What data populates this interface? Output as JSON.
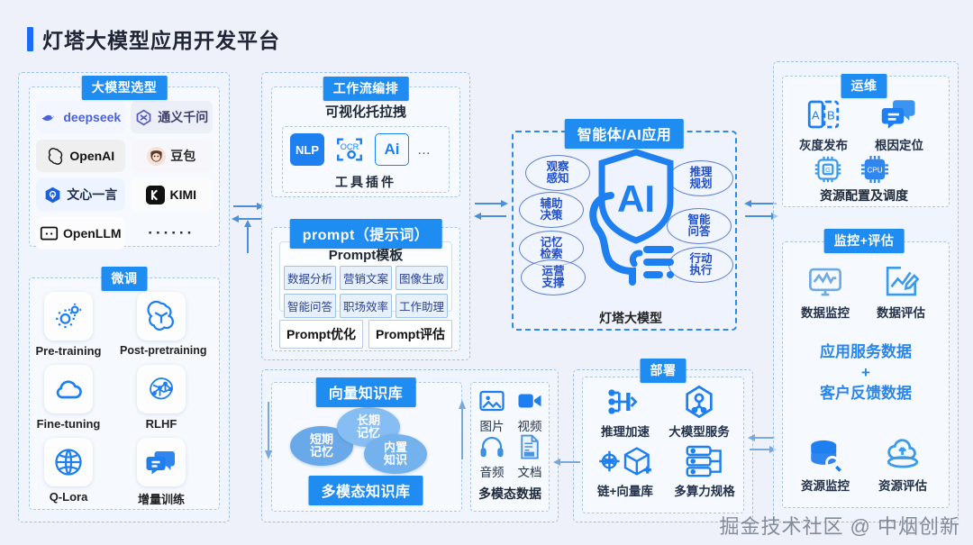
{
  "header": {
    "title": "灯塔大模型应用开发平台",
    "accent_color": "#1a6ef5"
  },
  "theme": {
    "badge_bg": "#1e8cf0",
    "page_bg": "#eef1fa",
    "blue_text": "#2a86e8",
    "icon_blue": "#1d7ff0"
  },
  "model_panel": {
    "badge": "大模型选型",
    "items": [
      {
        "label": "deepseek",
        "icon": "deepseek-whale-icon"
      },
      {
        "label": "通义千问",
        "icon": "tongyi-icon"
      },
      {
        "label": "OpenAI",
        "icon": "openai-icon"
      },
      {
        "label": "豆包",
        "icon": "doubao-avatar-icon"
      },
      {
        "label": "文心一言",
        "icon": "wenxin-icon"
      },
      {
        "label": "KIMI",
        "icon": "kimi-icon"
      },
      {
        "label": "OpenLLM",
        "icon": "openllm-icon"
      },
      {
        "label": "······",
        "icon": "ellipsis-icon"
      }
    ]
  },
  "finetune_panel": {
    "badge": "微调",
    "items": [
      {
        "label": "Pre-training",
        "icon": "gears-icon"
      },
      {
        "label": "Post-pretraining",
        "icon": "openai-flower-icon"
      },
      {
        "label": "Fine-tuning",
        "icon": "cloud-icon"
      },
      {
        "label": "RLHF",
        "icon": "brain-network-icon"
      },
      {
        "label": "Q-Lora",
        "icon": "globe-icon"
      },
      {
        "label": "增量训练",
        "icon": "chat-bubbles-icon"
      }
    ]
  },
  "workflow_panel": {
    "badge": "工作流编排",
    "subtitle": "可视化托拉拽",
    "tools_caption": "工具插件",
    "tools": [
      {
        "label": "NLP",
        "icon": "nlp-icon"
      },
      {
        "label": "OCR",
        "icon": "ocr-icon"
      },
      {
        "label": "Ai",
        "icon": "illustrator-ai-icon"
      },
      {
        "label": "…",
        "icon": "ellipsis-icon"
      }
    ]
  },
  "prompt_panel": {
    "badge": "prompt（提示词）",
    "template_title": "Prompt模板",
    "tags": [
      "数据分析",
      "营销文案",
      "图像生成",
      "智能问答",
      "职场效率",
      "工作助理"
    ],
    "buttons": [
      "Prompt优化",
      "Prompt评估"
    ]
  },
  "knowledge_panel": {
    "badge_top": "向量知识库",
    "badge_bottom": "多模态知识库",
    "memories": [
      {
        "label": "短期\n记忆",
        "color": "#6aa9e9"
      },
      {
        "label": "长期\n记忆",
        "color": "#7fb6ee"
      },
      {
        "label": "内置\n知识",
        "color": "#6fb0ec"
      }
    ]
  },
  "multimodal_panel": {
    "caption": "多模态数据",
    "items": [
      {
        "label": "图片",
        "icon": "image-icon"
      },
      {
        "label": "视频",
        "icon": "video-camera-icon"
      },
      {
        "label": "音频",
        "icon": "headphones-icon"
      },
      {
        "label": "文档",
        "icon": "document-doc-icon"
      }
    ]
  },
  "agent_panel": {
    "badge": "智能体/AI应用",
    "center_icon": "ai-shield-head-icon",
    "center_caption": "灯塔大模型",
    "left_capabilities": [
      "观察\n感知",
      "辅助\n决策",
      "记忆\n检索",
      "运营\n支撑"
    ],
    "right_capabilities": [
      "推理\n规划",
      "智能\n问答",
      "行动\n执行"
    ]
  },
  "deploy_panel": {
    "badge": "部署",
    "items": [
      {
        "label": "推理加速",
        "icon": "inference-chip-icon"
      },
      {
        "label": "大模型服务",
        "icon": "hexagon-service-icon"
      },
      {
        "label": "链+向量库",
        "icon": "chain-vector-icon"
      },
      {
        "label": "多算力规格",
        "icon": "server-rack-icon"
      }
    ]
  },
  "ops_panel": {
    "badge": "运维",
    "items": [
      {
        "label": "灰度发布",
        "icon": "ab-test-icon"
      },
      {
        "label": "根因定位",
        "icon": "chat-bubbles-icon"
      }
    ],
    "resource_label": "资源配置及调度",
    "resource_icons": [
      {
        "label": "G",
        "icon": "gpu-chip-icon"
      },
      {
        "label": "CPU",
        "icon": "cpu-chip-icon"
      }
    ]
  },
  "monitor_panel": {
    "badge": "监控+评估",
    "top_items": [
      {
        "label": "数据监控",
        "icon": "monitor-chart-icon"
      },
      {
        "label": "数据评估",
        "icon": "chart-pencil-icon"
      }
    ],
    "middle_lines": [
      "应用服务数据",
      "+",
      "客户反馈数据"
    ],
    "bottom_items": [
      {
        "label": "资源监控",
        "icon": "database-search-icon"
      },
      {
        "label": "资源评估",
        "icon": "cloud-up-icon"
      }
    ]
  },
  "watermark": {
    "text": "掘金技术社区 @ 中烟创新"
  }
}
